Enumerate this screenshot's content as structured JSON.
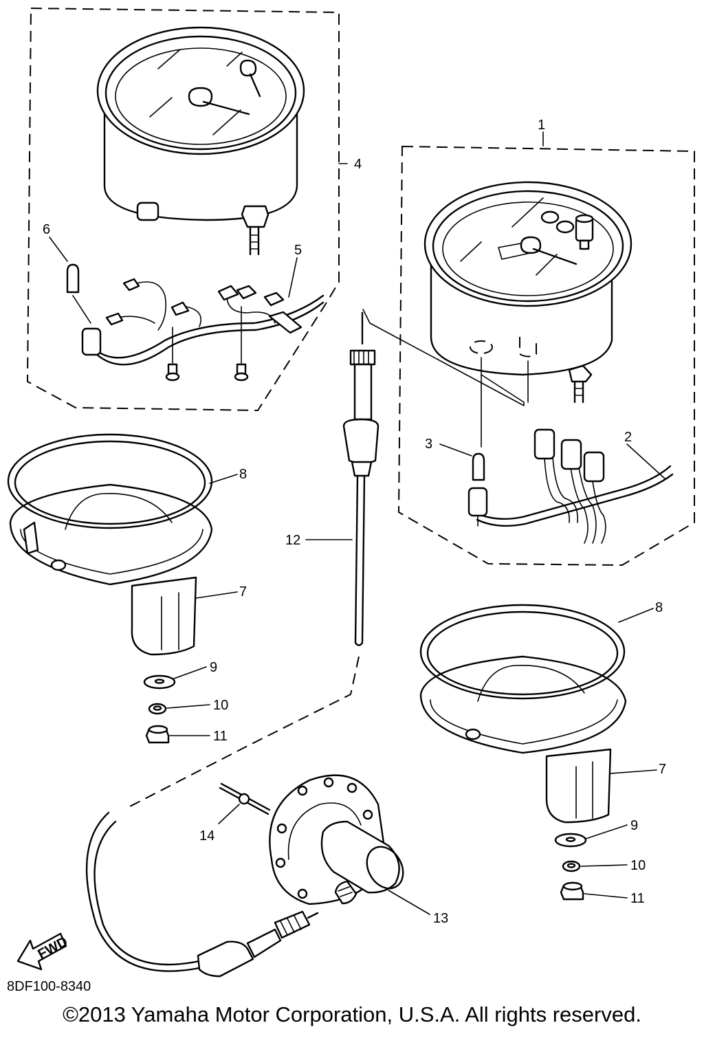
{
  "callouts": [
    {
      "id": "c1",
      "label": "1"
    },
    {
      "id": "c2",
      "label": "2"
    },
    {
      "id": "c3",
      "label": "3"
    },
    {
      "id": "c4",
      "label": "4"
    },
    {
      "id": "c5",
      "label": "5"
    },
    {
      "id": "c6",
      "label": "6"
    },
    {
      "id": "c7a",
      "label": "7"
    },
    {
      "id": "c7b",
      "label": "7"
    },
    {
      "id": "c8a",
      "label": "8"
    },
    {
      "id": "c8b",
      "label": "8"
    },
    {
      "id": "c9a",
      "label": "9"
    },
    {
      "id": "c9b",
      "label": "9"
    },
    {
      "id": "c10a",
      "label": "10"
    },
    {
      "id": "c10b",
      "label": "10"
    },
    {
      "id": "c11a",
      "label": "11"
    },
    {
      "id": "c11b",
      "label": "11"
    },
    {
      "id": "c12",
      "label": "12"
    },
    {
      "id": "c13",
      "label": "13"
    },
    {
      "id": "c14",
      "label": "14"
    }
  ],
  "fwd_label": "FWD",
  "drawing_code": "8DF100-8340",
  "copyright": "©2013 Yamaha Motor Corporation, U.S.A. All rights reserved."
}
